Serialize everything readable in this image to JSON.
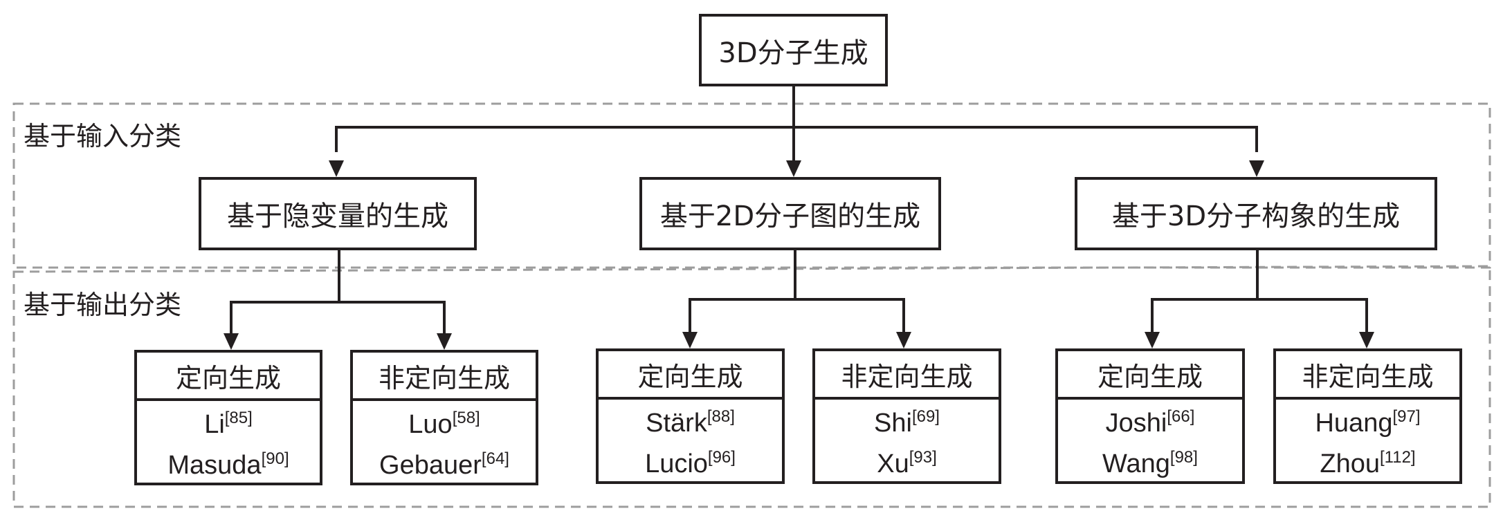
{
  "root": {
    "label": "3D分子生成"
  },
  "group_labels": {
    "input": "基于输入分类",
    "output": "基于输出分类"
  },
  "branches": [
    {
      "label": "基于隐变量的生成",
      "children": [
        {
          "label": "定向生成",
          "refs": [
            {
              "name": "Li",
              "cite": "[85]"
            },
            {
              "name": "Masuda",
              "cite": "[90]"
            }
          ]
        },
        {
          "label": "非定向生成",
          "refs": [
            {
              "name": "Luo",
              "cite": "[58]"
            },
            {
              "name": "Gebauer",
              "cite": "[64]"
            }
          ]
        }
      ]
    },
    {
      "label": "基于2D分子图的生成",
      "children": [
        {
          "label": "定向生成",
          "refs": [
            {
              "name": "Stärk",
              "cite": "[88]"
            },
            {
              "name": "Lucio",
              "cite": "[96]"
            }
          ]
        },
        {
          "label": "非定向生成",
          "refs": [
            {
              "name": "Shi",
              "cite": "[69]"
            },
            {
              "name": "Xu",
              "cite": "[93]"
            }
          ]
        }
      ]
    },
    {
      "label": "基于3D分子构象的生成",
      "children": [
        {
          "label": "定向生成",
          "refs": [
            {
              "name": "Joshi",
              "cite": "[66]"
            },
            {
              "name": "Wang",
              "cite": "[98]"
            }
          ]
        },
        {
          "label": "非定向生成",
          "refs": [
            {
              "name": "Huang",
              "cite": "[97]"
            },
            {
              "name": "Zhou",
              "cite": "[112]"
            }
          ]
        }
      ]
    }
  ]
}
